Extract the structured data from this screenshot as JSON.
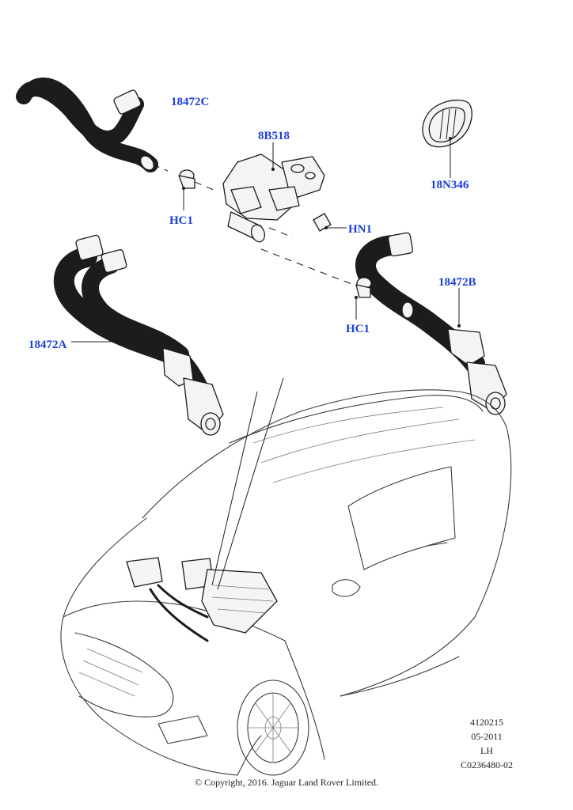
{
  "callouts": {
    "c18472C": "18472C",
    "c8B518": "8B518",
    "c18N346": "18N346",
    "cHC1_top": "HC1",
    "cHN1": "HN1",
    "c18472B": "18472B",
    "c18472A": "18472A",
    "cHC1_bottom": "HC1"
  },
  "meta": {
    "line1": "4120215",
    "line2": "05-2011",
    "line3": "LH",
    "line4": "C0236480-02"
  },
  "copyright": "© Copyright, 2016. Jaguar Land Rover Limited."
}
